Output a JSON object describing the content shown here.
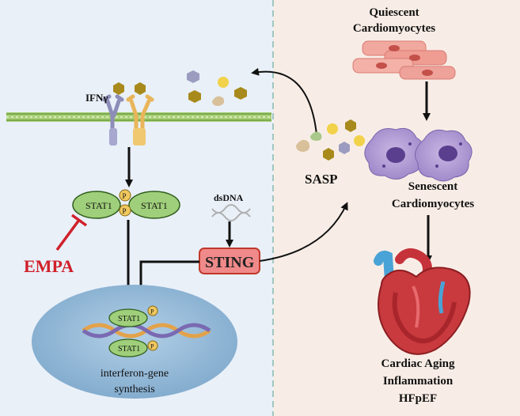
{
  "left_panel": {
    "ligand_label": "IFNγ",
    "stat1_left": "STAT1",
    "stat1_right": "STAT1",
    "phospho": "P",
    "inhibitor": "EMPA",
    "dsdna": "dsDNA",
    "sting": "STING",
    "nucleus_stat1_top": "STAT1",
    "nucleus_stat1_bottom": "STAT1",
    "nucleus_label_line1": "interferon-gene",
    "nucleus_label_line2": "synthesis"
  },
  "right_panel": {
    "quiescent_line1": "Quiescent",
    "quiescent_line2": "Cardiomyocytes",
    "senescent_line1": "Senescent",
    "senescent_line2": "Cardiomyocytes",
    "outcome_line1": "Cardiac Aging",
    "outcome_line2": "Inflammation",
    "outcome_line3": "HFpEF",
    "sasp": "SASP"
  },
  "colors": {
    "left_bg": "#e9f0f8",
    "right_bg": "#f8ede6",
    "stat1_fill": "#9fcf7a",
    "phospho_fill": "#f0c860",
    "sting_fill": "#f08a8a",
    "sting_stroke": "#c0392b",
    "inhibitor": "#d0202a",
    "nucleus_fill": "#8fb6d6",
    "membrane": "#8fbf5a"
  }
}
